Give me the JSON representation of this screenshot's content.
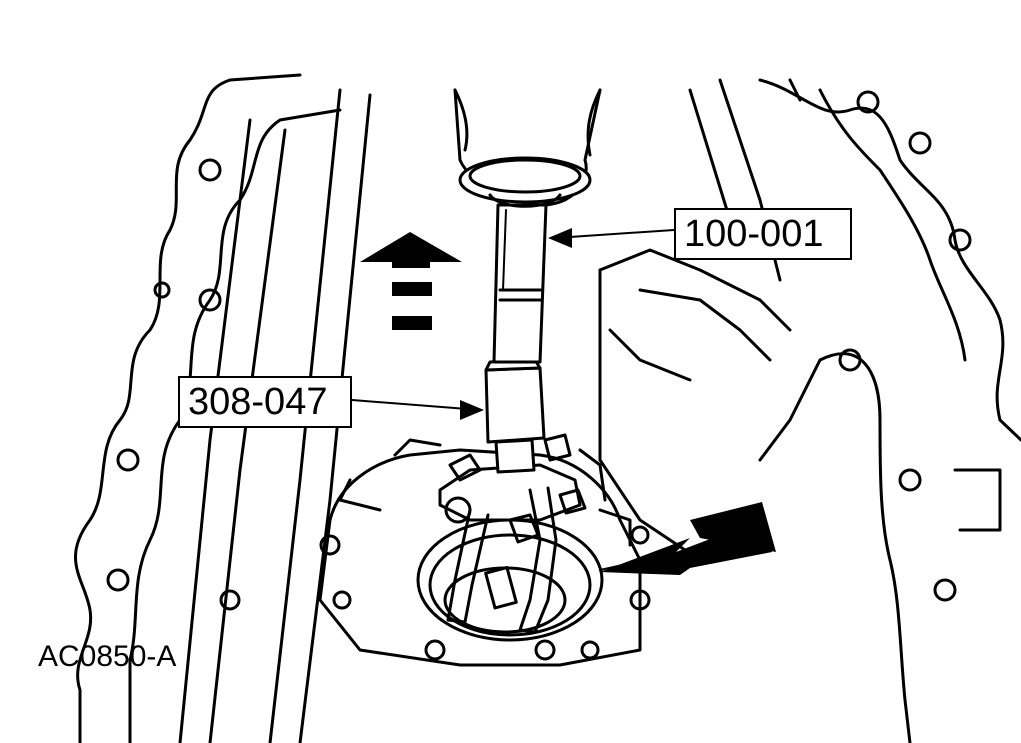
{
  "callouts": {
    "tool_100_001": "100-001",
    "tool_308_047": "308-047"
  },
  "figure_id": "AC0850-A",
  "colors": {
    "line": "#000000",
    "background": "#ffffff"
  },
  "icons": [
    "up-arrow-icon",
    "direction-arrow-icon"
  ]
}
